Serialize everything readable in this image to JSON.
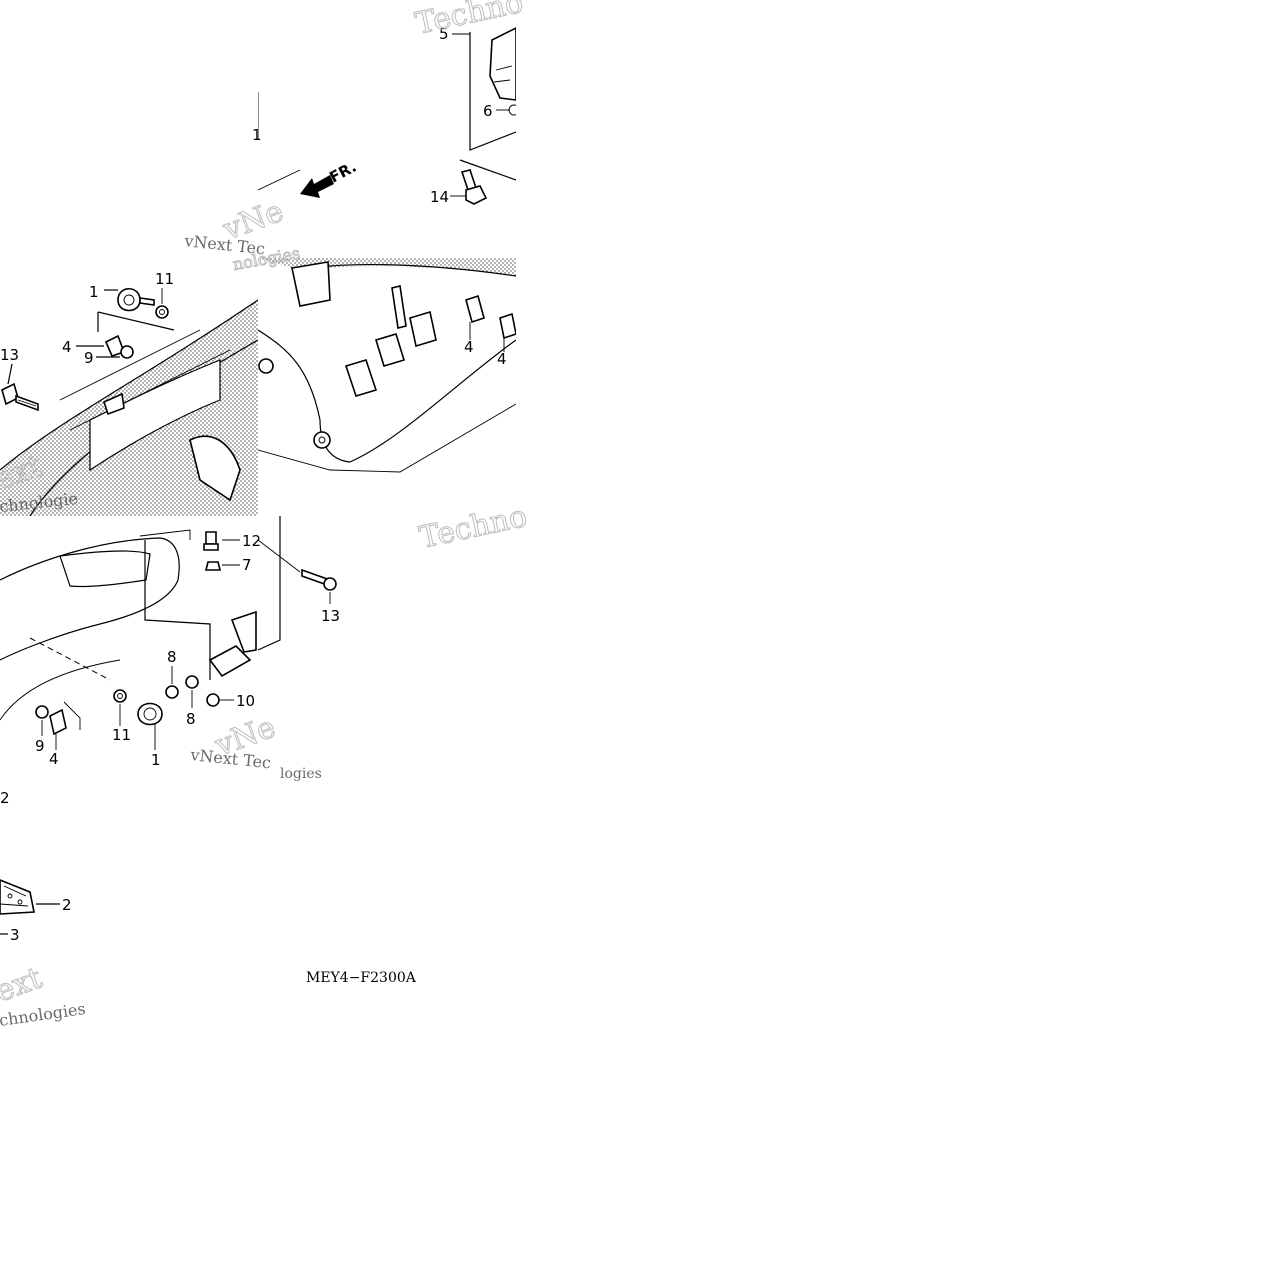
{
  "diagram": {
    "drawing_code": "MEY4−F2300A",
    "direction_label": "FR.",
    "callouts": {
      "p1_top": "1",
      "p11_top": "11",
      "p4_top": "4",
      "p9_top": "9",
      "p13_left": "13",
      "p5": "5",
      "p6": "6",
      "p14": "14",
      "p4_right_a": "4",
      "p4_right_b": "4",
      "p12": "12",
      "p7": "7",
      "p13_bottom": "13",
      "p8_a": "8",
      "p8_b": "8",
      "p10": "10",
      "p9_bottom": "9",
      "p4_bottom": "4",
      "p11_bottom": "11",
      "p1_bottom": "1",
      "p2_edge": "2",
      "p2": "2",
      "p3": "3",
      "p1_edge": "1"
    },
    "watermarks": {
      "w1": "Techno",
      "w2": "vNext Tec",
      "w3": "vNe",
      "w4": "nologies",
      "w5": "ext",
      "w6": "chnologie",
      "w7": "Techno",
      "w8": "vNext Tec",
      "w9": "vNe",
      "w10": "logies",
      "w11": "ext",
      "w12": "chnologies"
    }
  }
}
